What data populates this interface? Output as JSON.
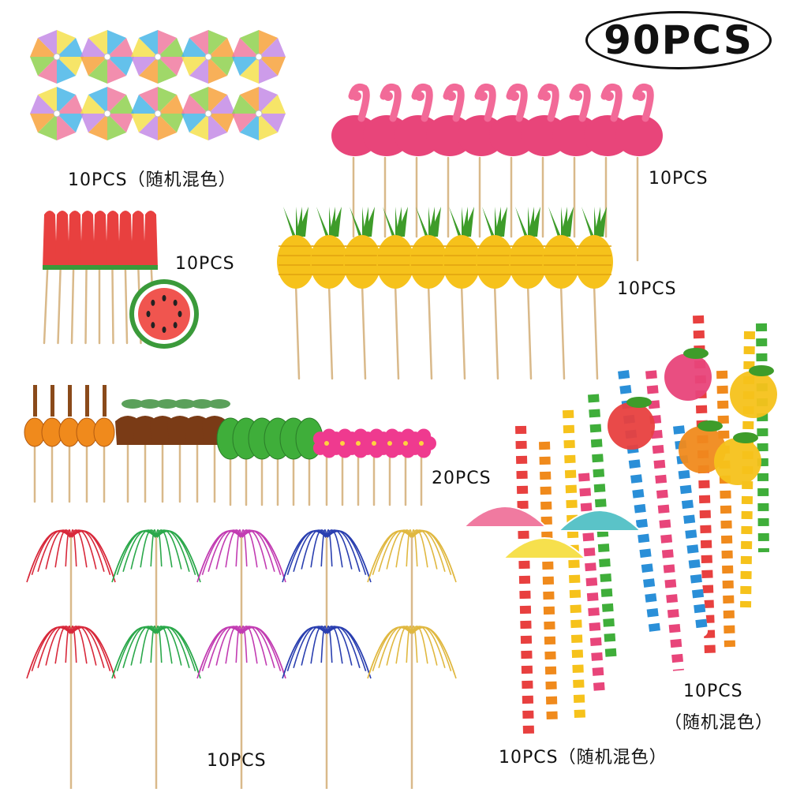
{
  "badge": {
    "total": "90PCS"
  },
  "labels": {
    "parasols": "10PCS（随机混色）",
    "flamingos": "10PCS",
    "watermelon_umbrellas": "10PCS",
    "pineapples": "10PCS",
    "theme_picks": "20PCS",
    "fireworks": "10PCS",
    "fruit_straws_qty": "10PCS",
    "fruit_straws_note": "（随机混色）",
    "umbrella_straws": "10PCS（随机混色）"
  },
  "colors": {
    "flamingo": "#e8457a",
    "pineapple": "#f6c21b",
    "leaf": "#3fae3a",
    "hibiscus": "#ef3a8f",
    "guitar": "#f08a1c",
    "coconut": "#7a3b16",
    "watermelon": "#e8403f",
    "stick": "#d9b98a"
  }
}
